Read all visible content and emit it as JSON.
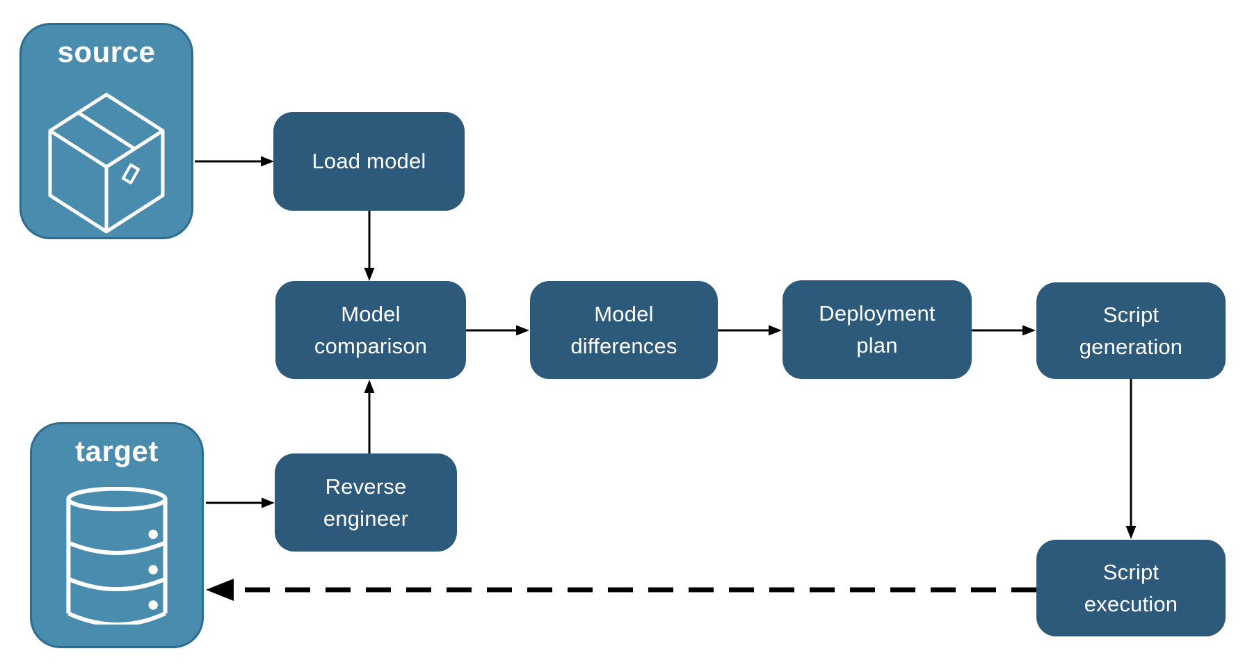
{
  "diagram": {
    "endpoints": {
      "source": {
        "label": "source",
        "icon": "package-icon"
      },
      "target": {
        "label": "target",
        "icon": "database-icon"
      }
    },
    "nodes": {
      "load_model": {
        "label": "Load model"
      },
      "model_comparison": {
        "label": "Model\ncomparison"
      },
      "model_differences": {
        "label": "Model\ndifferences"
      },
      "deployment_plan": {
        "label": "Deployment\nplan"
      },
      "script_generation": {
        "label": "Script\ngeneration"
      },
      "reverse_engineer": {
        "label": "Reverse\nengineer"
      },
      "script_execution": {
        "label": "Script\nexecution"
      }
    },
    "flows": {
      "solid": [
        "source → Load model",
        "Load model → Model comparison",
        "target → Reverse engineer",
        "Reverse engineer → Model comparison",
        "Model comparison → Model differences",
        "Model differences → Deployment plan",
        "Deployment plan → Script generation",
        "Script generation → Script execution"
      ],
      "dashed": [
        "Script execution → target"
      ]
    },
    "colors": {
      "node_fill": "#2d5a7b",
      "endpoint_fill": "#4a8cae",
      "endpoint_border": "#2b6d90",
      "label_text": "#ffffff",
      "arrow": "#000000",
      "background": "#ffffff"
    }
  }
}
